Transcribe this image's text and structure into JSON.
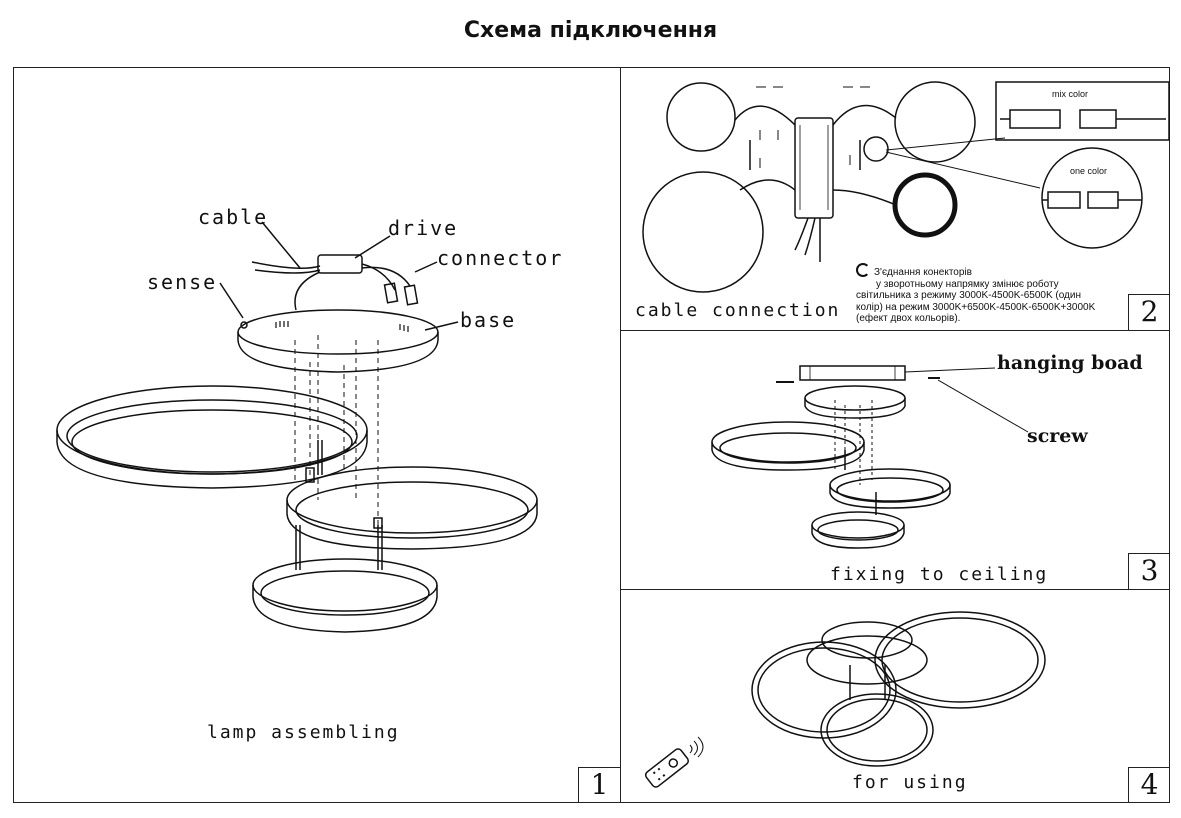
{
  "title": "Схема підключення",
  "panel1": {
    "number": "1",
    "caption": "lamp  assembling",
    "labels": {
      "cable": "cable",
      "drive": "drive",
      "connector": "connector",
      "sense": "sense",
      "base": "base"
    }
  },
  "panel2": {
    "number": "2",
    "caption": "cable connection",
    "mix_color": "mix color",
    "one_color": "one color",
    "note_lines": [
      "З'єднання конекторів",
      "у зворотньому напрямку змінює роботу",
      "світильника з режиму 3000K-4500K-6500K (один",
      "колір) на режим 3000K+6500K-4500K-6500K+3000K",
      "(ефект двох кольорів)."
    ]
  },
  "panel3": {
    "number": "3",
    "caption": "fixing to ceiling",
    "labels": {
      "hanging": "hanging boad",
      "screw": "screw"
    }
  },
  "panel4": {
    "number": "4",
    "caption": "for using"
  }
}
